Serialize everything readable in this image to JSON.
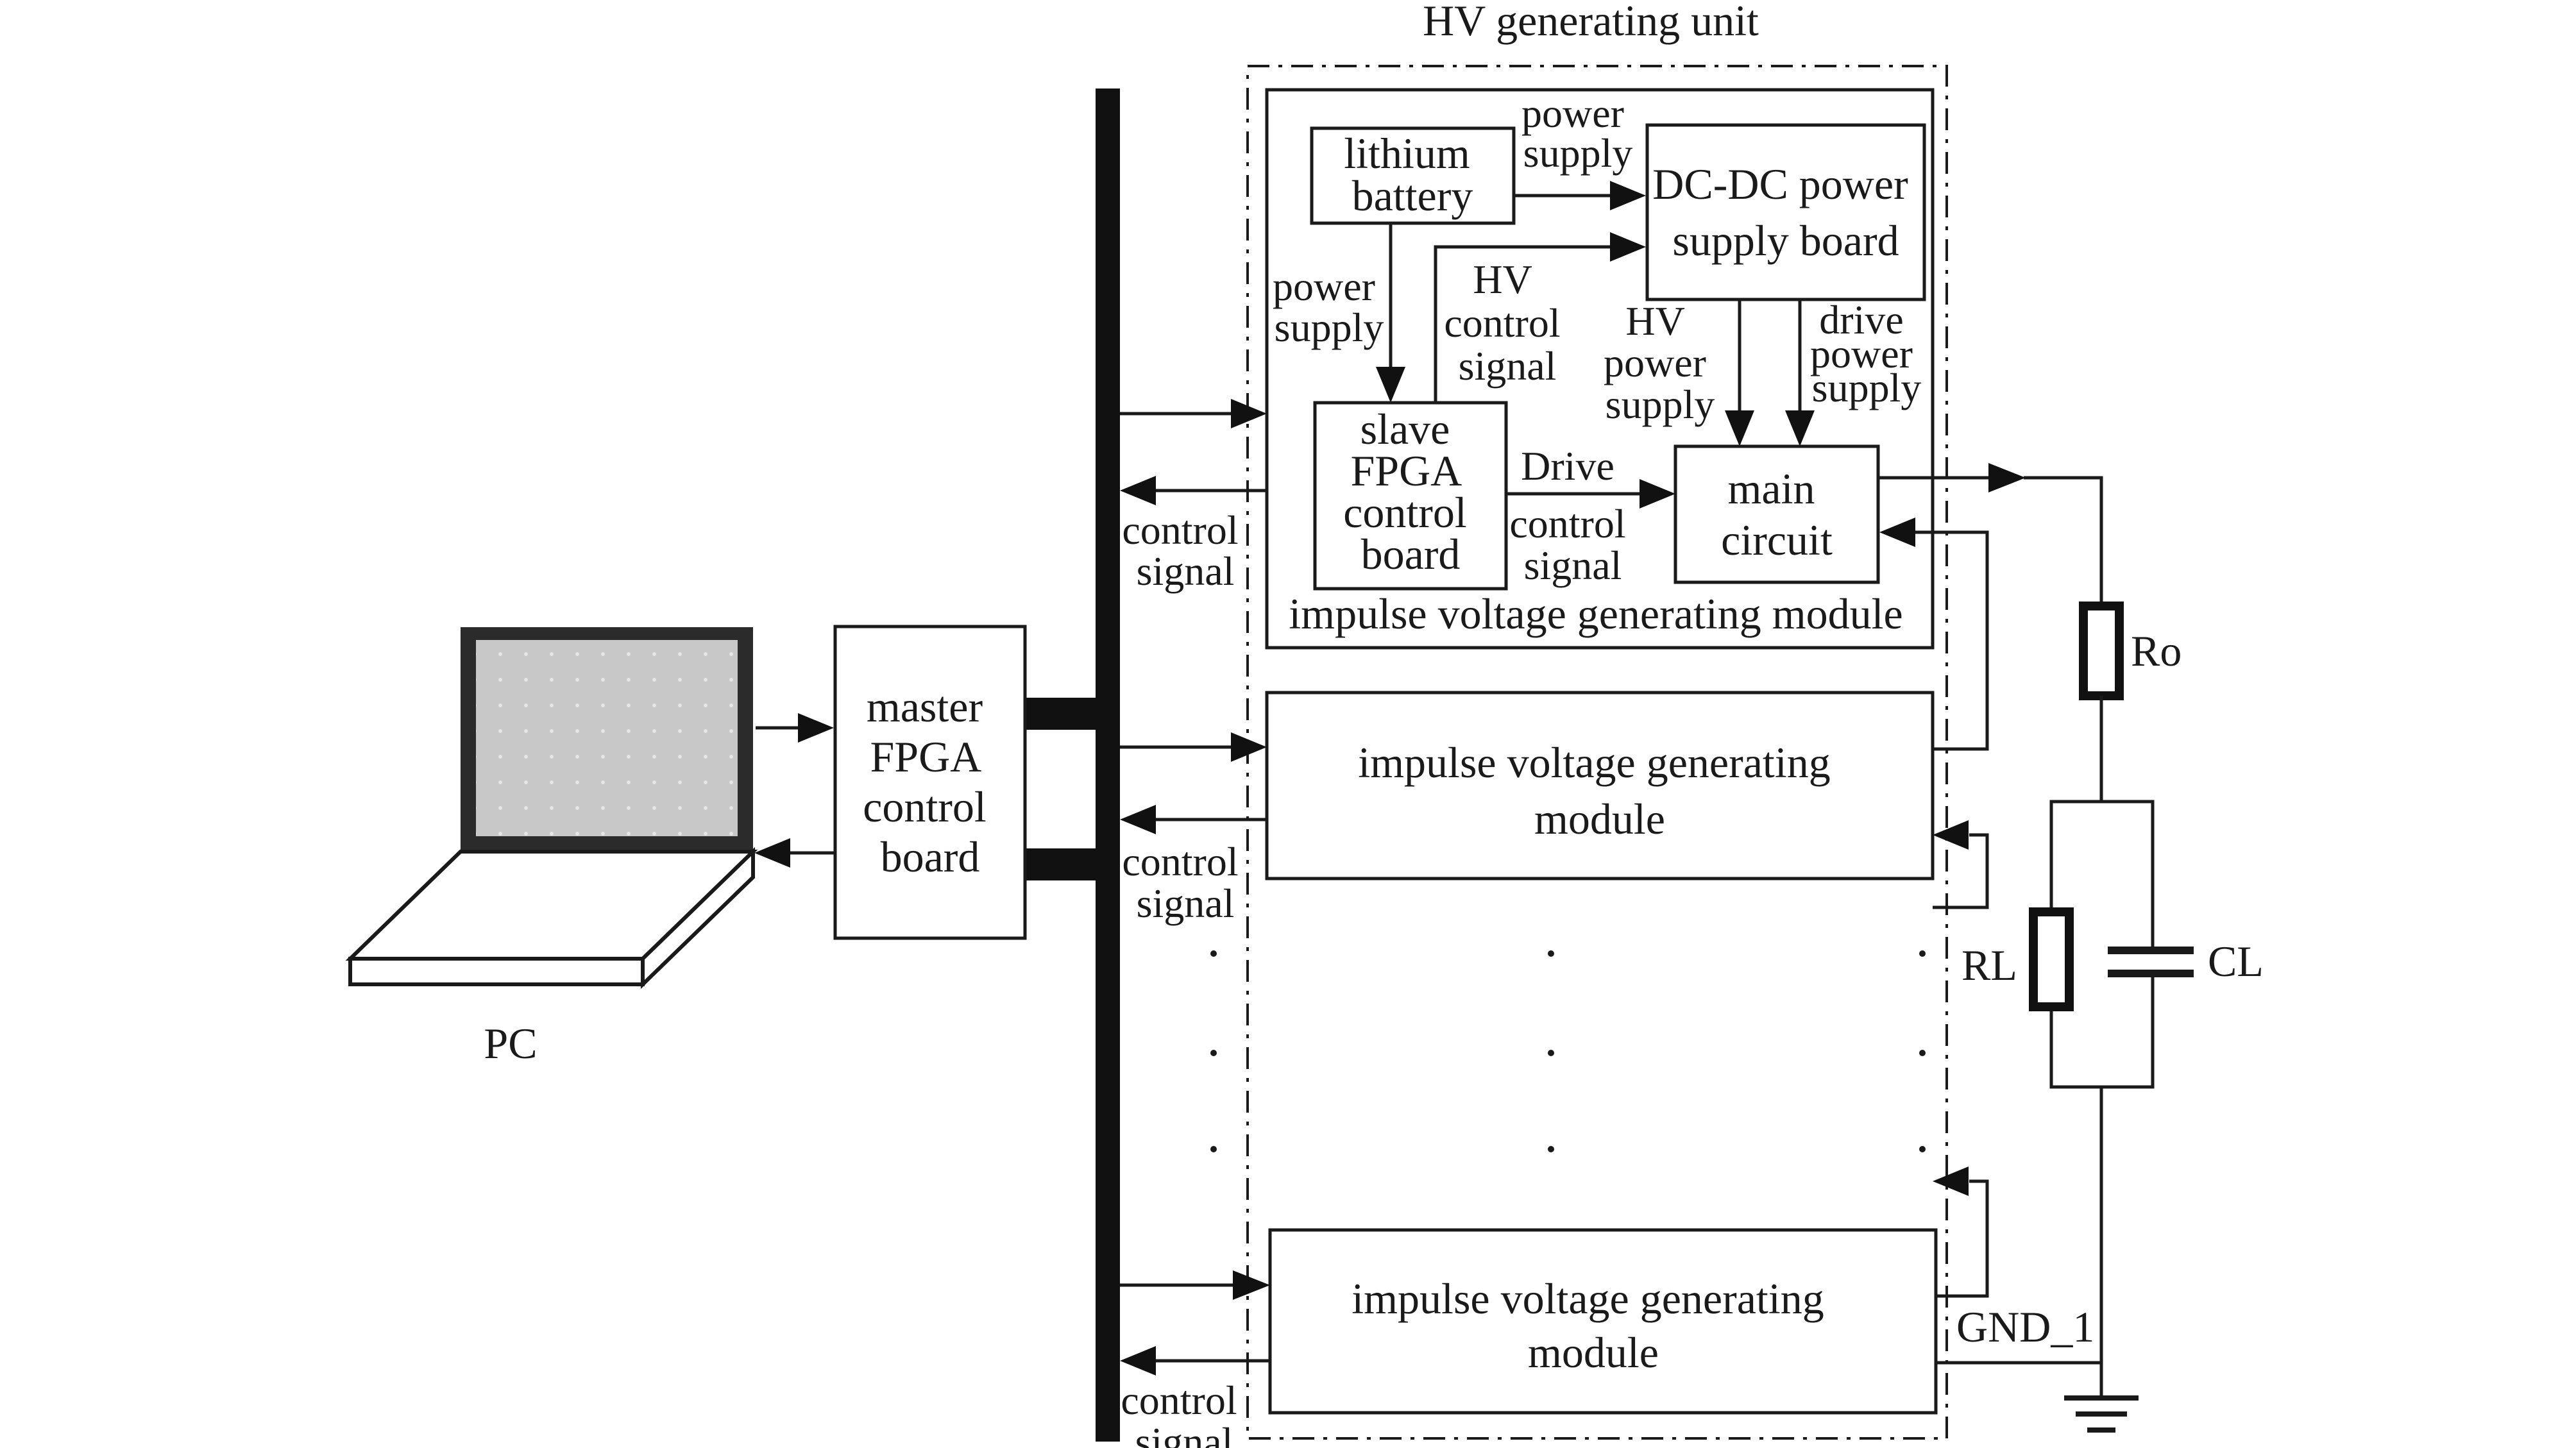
{
  "hv_unit": {
    "title": "HV generating unit",
    "module_label": "impulse voltage generating module",
    "battery": {
      "line1": "lithium",
      "line2": "battery"
    },
    "dcdc": {
      "line1": "DC-DC power",
      "line2": "supply board"
    },
    "slave": {
      "line1": "slave",
      "line2": "FPGA",
      "line3": "control",
      "line4": "board"
    },
    "main_circuit": {
      "line1": "main",
      "line2": "circuit"
    },
    "ps_top": {
      "line1": "power",
      "line2": "supply"
    },
    "ps_left": {
      "line1": "power",
      "line2": "supply"
    },
    "hv_ctrl": {
      "line1": "HV",
      "line2": "control",
      "line3": "signal"
    },
    "hv_power": {
      "line1": "HV",
      "line2": "power",
      "line3": "supply"
    },
    "drive_power": {
      "line1": "drive",
      "line2": "power",
      "line3": "supply"
    },
    "drive_ctrl": {
      "line1": "Drive",
      "line2": "control",
      "line3": "signal"
    }
  },
  "module2": {
    "line1": "impulse voltage generating",
    "line2": "module"
  },
  "module3": {
    "line1": "impulse voltage generating",
    "line2": "module"
  },
  "control_signal": {
    "line1": "control",
    "line2": "signal"
  },
  "master": {
    "line1": "master",
    "line2": "FPGA",
    "line3": "control",
    "line4": "board"
  },
  "pc_label": "PC",
  "load": {
    "ro": "Ro",
    "rl": "RL",
    "cl": "CL",
    "gnd": "GND_1"
  },
  "colors": {
    "ink": "#1a1a1a",
    "screen_fill": "#c8c8c8",
    "screen_frame": "#2b2b2b"
  }
}
